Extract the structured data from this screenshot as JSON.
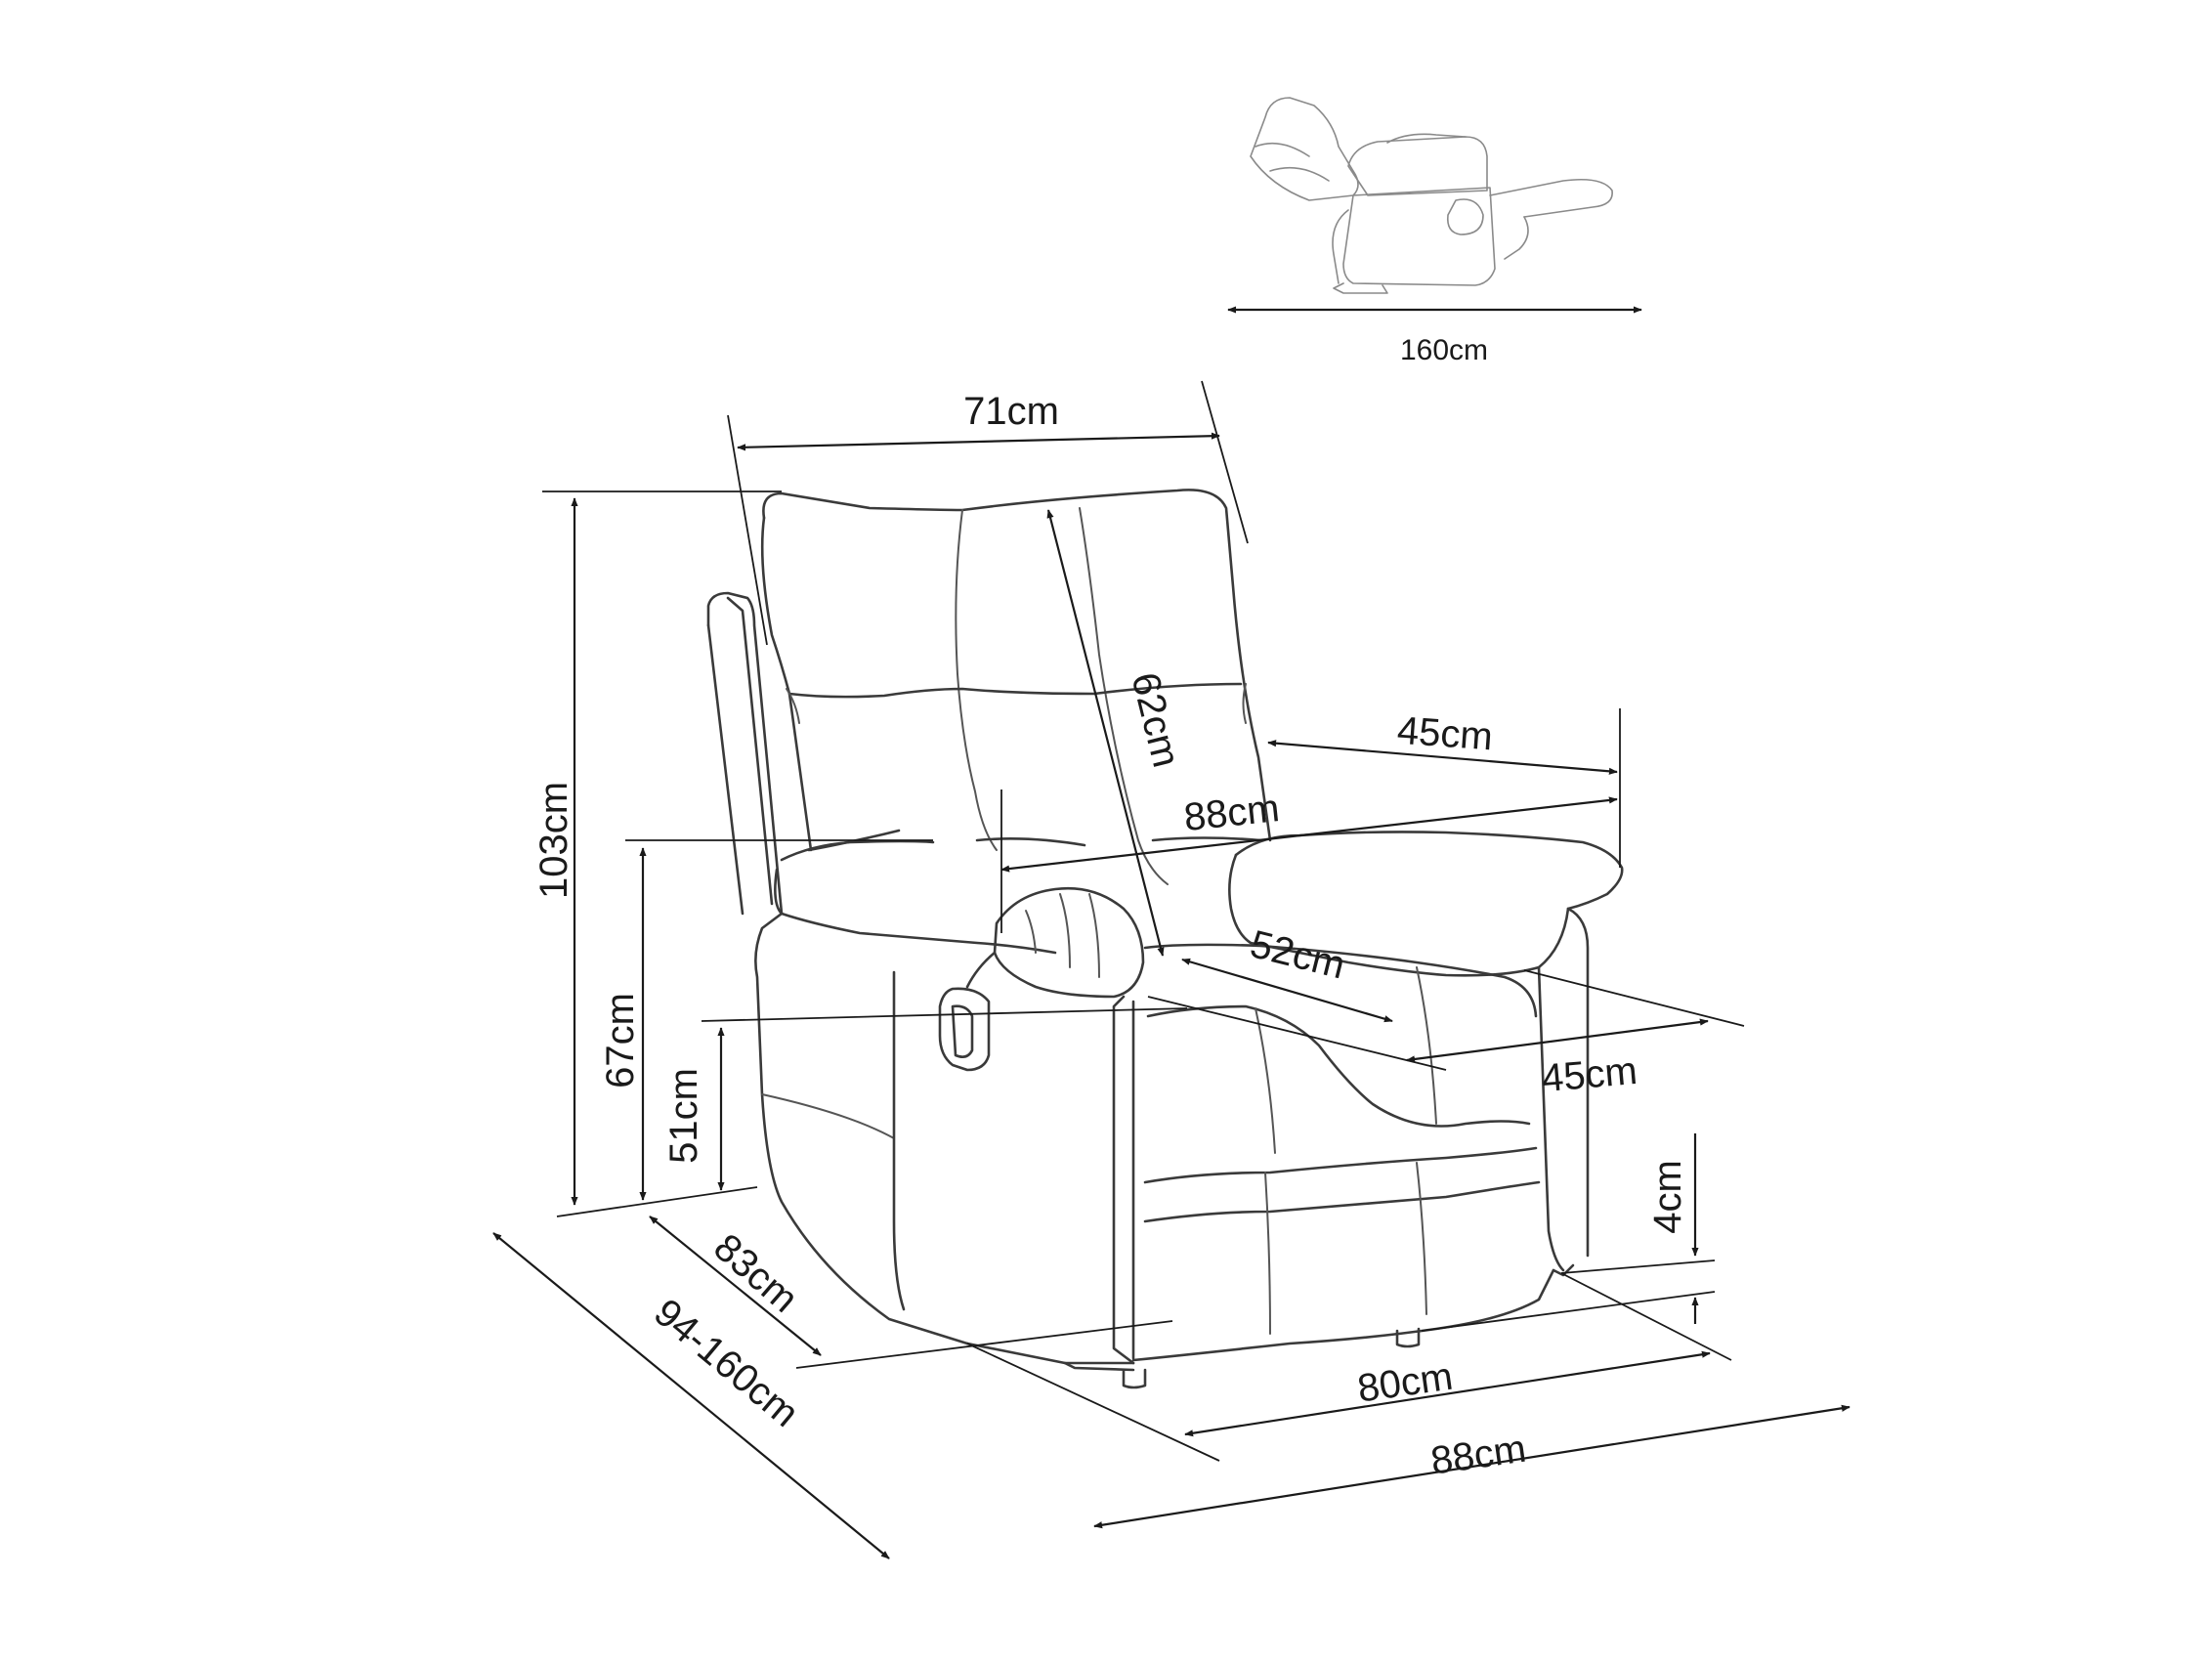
{
  "labels": {
    "reclined_length": "160cm",
    "back_width": "71cm",
    "total_height": "103cm",
    "backrest_height": "62cm",
    "armrest_length": "45cm",
    "outer_width_top": "88cm",
    "seat_depth_diag": "52cm",
    "seat_depth": "45cm",
    "armrest_height": "67cm",
    "seat_height": "51cm",
    "leg_height": "4cm",
    "depth": "83cm",
    "depth_reclined": "94-160cm",
    "base_width": "80cm",
    "outer_width_bottom": "88cm"
  },
  "colors": {
    "ink": "#1a1a1a",
    "chair_line": "#3a3a3a",
    "mini_line": "#8a8a8a"
  }
}
